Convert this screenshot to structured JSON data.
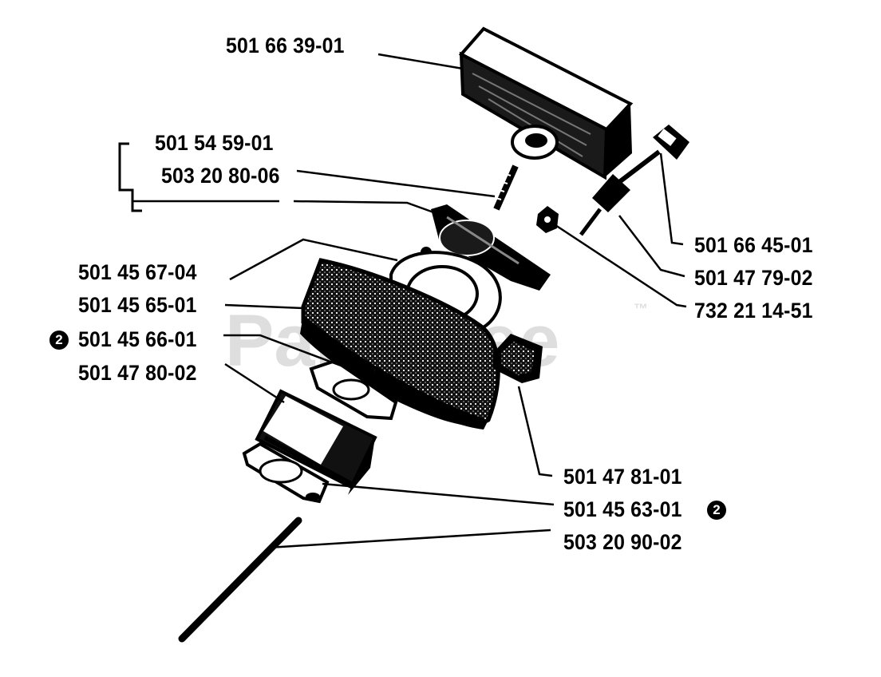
{
  "watermark": {
    "text": "PartsTree",
    "tm": "™"
  },
  "labels": {
    "p_501663901": "501 66 39-01",
    "p_501545901": "501 54 59-01",
    "p_503208006": "503 20 80-06",
    "p_501456704": "501 45 67-04",
    "p_501456501": "501 45 65-01",
    "p_501456601": "501 45 66-01",
    "p_501478002": "501 47 80-02",
    "p_501664501": "501 66 45-01",
    "p_501477902": "501 47 79-02",
    "p_732211451": "732 21 14-51",
    "p_501478101": "501 47 81-01",
    "p_501456301": "501 45 63-01",
    "p_503209002": "503 20 90-02"
  },
  "notes": {
    "ref": "2"
  }
}
